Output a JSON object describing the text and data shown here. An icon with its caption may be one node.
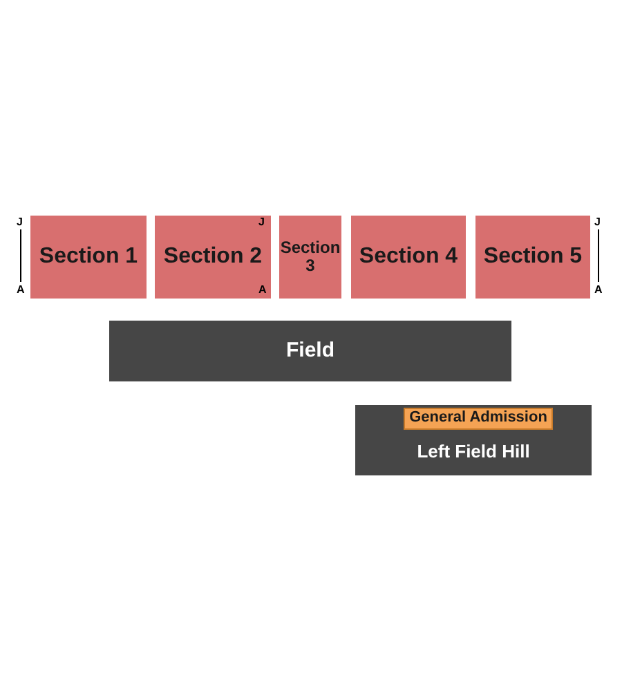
{
  "diagram": {
    "nodes": [
      {
        "text": [
          "Section 1"
        ]
      },
      {
        "text": [
          "Section 2"
        ]
      },
      {
        "text": [
          "Section 3"
        ]
      },
      {
        "text": [
          "Section 4"
        ]
      },
      {
        "text": [
          "Section 5"
        ]
      },
      {
        "text": [
          "Field"
        ]
      },
      {
        "text": [
          "Left Field Hill"
        ]
      },
      {
        "text": [
          "General Admission"
        ],
        "in": 6
      }
    ],
    "labels": [
      "J",
      "A",
      "J",
      "A",
      "J",
      "A"
    ]
  }
}
